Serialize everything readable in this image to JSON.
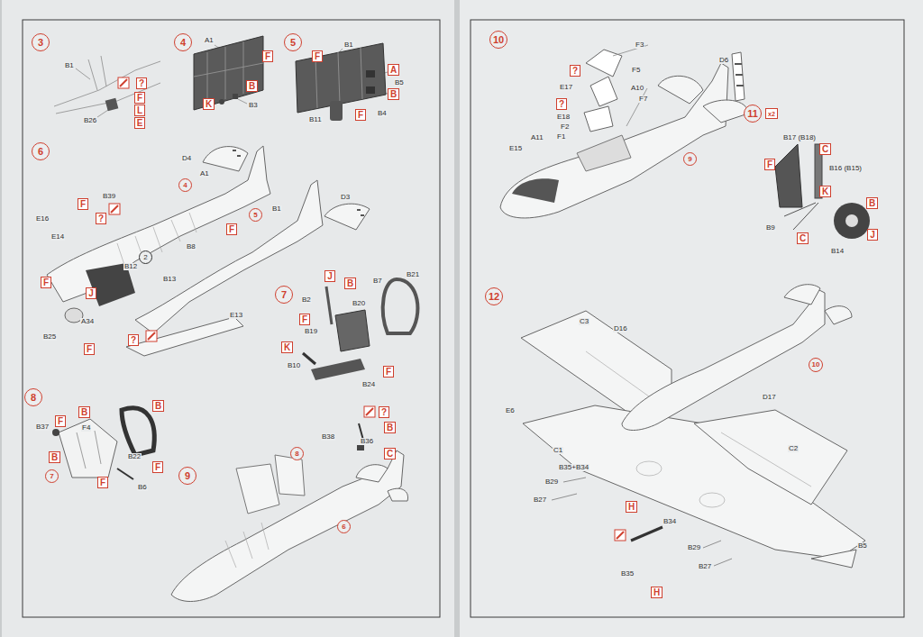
{
  "diagram": {
    "nodes": [
      {
        "text": [
          "3"
        ]
      },
      {
        "text": [
          "?"
        ]
      },
      {
        "text": [
          "F"
        ]
      },
      {
        "text": [
          "L"
        ]
      },
      {
        "text": [
          "E"
        ]
      },
      {
        "text": [
          "4"
        ]
      },
      {
        "text": [
          "F"
        ]
      },
      {
        "text": [
          "B"
        ]
      },
      {
        "text": [
          "K"
        ]
      },
      {
        "text": [
          "5"
        ]
      },
      {
        "text": [
          "F"
        ]
      },
      {
        "text": [
          "A"
        ]
      },
      {
        "text": [
          "B"
        ]
      },
      {
        "text": [
          "F"
        ]
      },
      {
        "text": [
          "6"
        ]
      },
      {
        "text": [
          "4"
        ]
      },
      {
        "text": [
          "F"
        ]
      },
      {
        "text": [
          "?"
        ]
      },
      {
        "text": [
          "5"
        ]
      },
      {
        "text": [
          "F"
        ]
      },
      {
        "text": [
          "2"
        ]
      },
      {
        "text": [
          "F"
        ]
      },
      {
        "text": [
          "J"
        ]
      },
      {
        "text": [
          "F"
        ]
      },
      {
        "text": [
          "?"
        ]
      },
      {
        "text": [
          "7"
        ]
      },
      {
        "text": [
          "J"
        ]
      },
      {
        "text": [
          "B"
        ]
      },
      {
        "text": [
          "F"
        ]
      },
      {
        "text": [
          "K"
        ]
      },
      {
        "text": [
          "F"
        ]
      },
      {
        "text": [
          "8"
        ]
      },
      {
        "text": [
          "B"
        ]
      },
      {
        "text": [
          "B"
        ]
      },
      {
        "text": [
          "F"
        ]
      },
      {
        "text": [
          "B"
        ]
      },
      {
        "text": [
          "F"
        ]
      },
      {
        "text": [
          "F"
        ]
      },
      {
        "text": [
          "7"
        ]
      },
      {
        "text": [
          "9"
        ]
      },
      {
        "text": [
          "8"
        ]
      },
      {
        "text": [
          "6"
        ]
      },
      {
        "text": [
          "?"
        ]
      },
      {
        "text": [
          "B"
        ]
      },
      {
        "text": [
          "C"
        ]
      },
      {
        "text": [
          "10"
        ]
      },
      {
        "text": [
          "?"
        ]
      },
      {
        "text": [
          "?"
        ]
      },
      {
        "text": [
          "9"
        ]
      },
      {
        "text": [
          "11"
        ]
      },
      {
        "text": [
          "x2"
        ]
      },
      {
        "text": [
          "F"
        ]
      },
      {
        "text": [
          "C"
        ]
      },
      {
        "text": [
          "K"
        ]
      },
      {
        "text": [
          "B"
        ]
      },
      {
        "text": [
          "C"
        ]
      },
      {
        "text": [
          "J"
        ]
      },
      {
        "text": [
          "12"
        ]
      },
      {
        "text": [
          "10"
        ]
      },
      {
        "text": [
          "H"
        ]
      },
      {
        "text": [
          "H"
        ]
      }
    ],
    "labels": [
      "B1",
      "B26",
      "A1",
      "B3",
      "B1",
      "B5",
      "B4",
      "B11",
      "D4",
      "A1",
      "B39",
      "E16",
      "E14",
      "B1",
      "D3",
      "B8",
      "B12",
      "B13",
      "A34",
      "B25",
      "E13",
      "B7",
      "B21",
      "B2",
      "B20",
      "B19",
      "B10",
      "B24",
      "F4",
      "B37",
      "B22",
      "B6",
      "B38",
      "B36",
      "F3",
      "F5",
      "E17",
      "A10",
      "F7",
      "E18",
      "F2",
      "F1",
      "A11",
      "E15",
      "D6",
      "B17 (B18)",
      "B16 (B15)",
      "B9",
      "B14",
      "C3",
      "D16",
      "D17",
      "E6",
      "C1",
      "C2",
      "B35+B34",
      "B29",
      "B27",
      "B34",
      "B35",
      "B29",
      "B27",
      "B5"
    ]
  }
}
